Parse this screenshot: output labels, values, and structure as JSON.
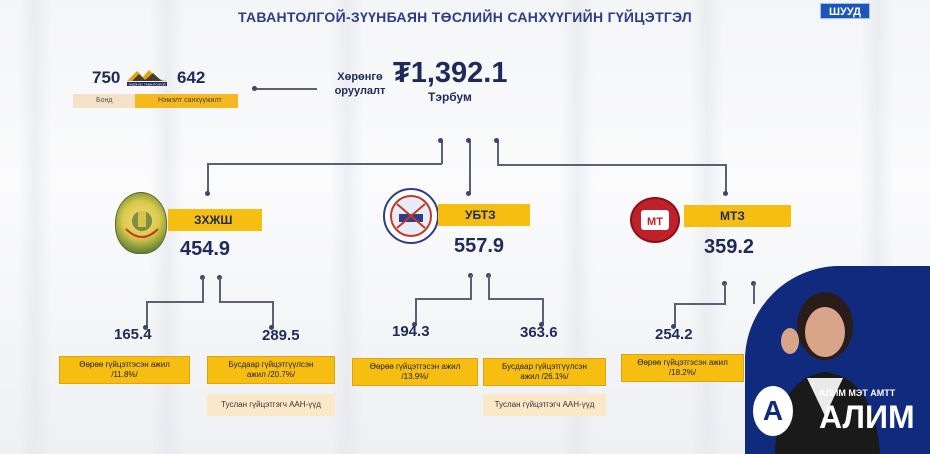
{
  "header": {
    "title": "ТАВАНТОЛГОЙ-ЗҮҮНБАЯН ТӨСЛИЙН САНХҮҮГИЙН ГҮЙЦЭТГЭЛ",
    "live_badge": "ШУУД"
  },
  "top": {
    "bond_value": "750",
    "share_value": "642",
    "bond_label": "Бонд",
    "share_label": "Нэмэлт санхүүжилт",
    "logo_text": "ЭРДЭНЭС ТАВАНТОЛГОЙ",
    "investment_label_1": "Хөрөнгө",
    "investment_label_2": "оруулалт",
    "investment_total": "₮1,392.1",
    "investment_unit": "Тэрбум"
  },
  "companies": [
    {
      "name": "ЗХЖШ",
      "value": "454.9",
      "branches": [
        {
          "value": "165.4",
          "label_1": "Өөрөө гүйцэтгэсэн ажил",
          "label_2": "/11.8%/"
        },
        {
          "value": "289.5",
          "label_1": "Бусдаар гүйцэтгүүлсэн",
          "label_2": "ажил /20.7%/",
          "note": "Туслан гүйцэтгэгч ААН-үүд"
        }
      ]
    },
    {
      "name": "УБТЗ",
      "value": "557.9",
      "branches": [
        {
          "value": "194.3",
          "label_1": "Өөрөө гүйцэтгэсэн ажил",
          "label_2": "/13.9%/"
        },
        {
          "value": "363.6",
          "label_1": "Бусдаар гүйцэтгүүлсэн",
          "label_2": "ажил /26.1%/",
          "note": "Туслан гүйцэтгэгч ААН-үүд"
        }
      ]
    },
    {
      "name": "МТЗ",
      "value": "359.2",
      "branches": [
        {
          "value": "254.2",
          "label_1": "Өөрөө гүйцэтгэсэн ажил",
          "label_2": "/18.2%/"
        }
      ]
    }
  ],
  "logos": {
    "mtz_letters": "МТ"
  },
  "watermark": {
    "caption": "АЛИМ МЭТ АМТТ",
    "brand": "АЛИМ",
    "letter": "А"
  },
  "colors": {
    "accent_yellow": "#f7be12",
    "navy_text": "#1e2a5c",
    "title_blue": "#2d3d8a",
    "live_blue": "#1d56b8"
  }
}
